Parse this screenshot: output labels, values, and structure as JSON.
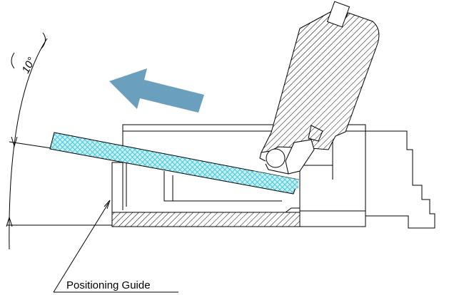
{
  "diagram": {
    "angle_label": "10°",
    "callout_label": "Positioning Guide",
    "colors": {
      "arrow": "#6a9fbd",
      "fpc_fill": "#c8f0f2",
      "fpc_crosshatch": "#39c4d6",
      "line": "#000000",
      "background": "#ffffff"
    },
    "icons": [
      "insertion-direction-arrow"
    ]
  }
}
